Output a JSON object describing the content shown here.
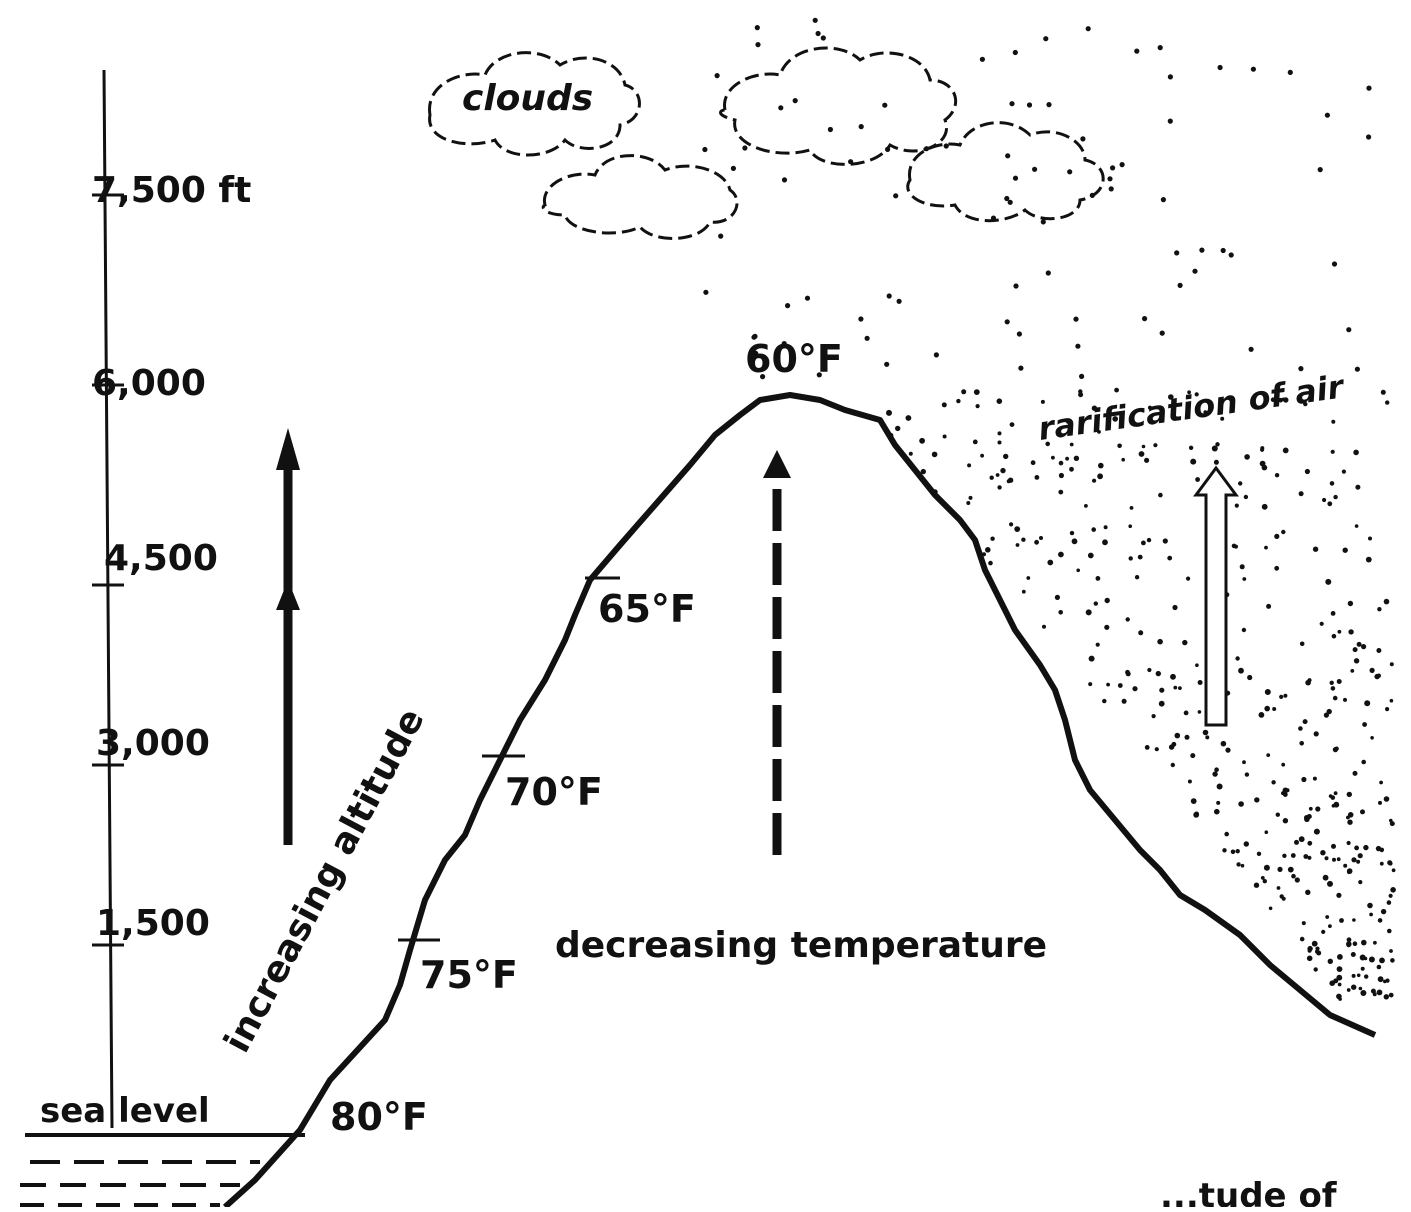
{
  "diagram": {
    "altitude_ticks": [
      "7,500 ft",
      "6,000",
      "4,500",
      "3,000",
      "1,500"
    ],
    "sea_level_label": "sea level",
    "clouds_label": "clouds",
    "altitude_caption": "increasing altitude",
    "temperature_caption": "decreasing temperature",
    "rarefaction_caption": "rarification of air",
    "temperatures": [
      "60°F",
      "65°F",
      "70°F",
      "75°F",
      "80°F"
    ],
    "cropped_text": "...tude of"
  },
  "colors": {
    "ink": "#111111",
    "paper": "#ffffff"
  }
}
